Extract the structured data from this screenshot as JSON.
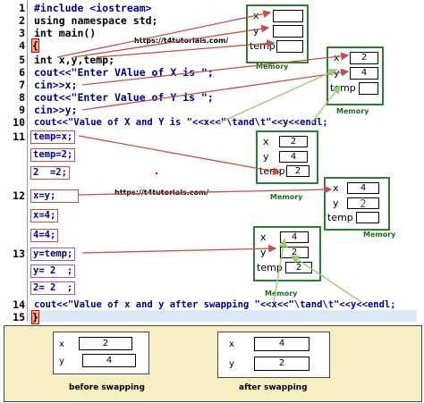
{
  "lines": [
    {
      "n": "1",
      "text": "#include <iostream>"
    },
    {
      "n": "2",
      "text": "using namespace std;"
    },
    {
      "n": "3",
      "text": "int main()"
    },
    {
      "n": "4",
      "text": "{"
    },
    {
      "n": "5",
      "text": "int x,y,temp;"
    },
    {
      "n": "6",
      "text": "cout<<\"Enter VAlue of X is \";"
    },
    {
      "n": "7",
      "text": "cin>>x;"
    },
    {
      "n": "8",
      "text": "cout<<\"Enter Value of Y is \";"
    },
    {
      "n": "9",
      "text": "cin>>y;"
    },
    {
      "n": "10",
      "text": "cout<<\"Value of X and Y is \"<<x<<\"\\tand\\t\"<<y<<endl;"
    },
    {
      "n": "11",
      "text": ""
    },
    {
      "n": "12",
      "text": ""
    },
    {
      "n": "13",
      "text": ""
    },
    {
      "n": "14",
      "text": "cout<<\"Value of x and y after swapping \"<<x<<\"\\tand\\t\"<<y<<endl;"
    },
    {
      "n": "15",
      "text": "}"
    }
  ],
  "statements": {
    "temp_eq_x": "temp=x;",
    "temp_eq_2": "temp=2;",
    "two_eq_2": "2  =2;",
    "x_eq_y": "x=y;",
    "x_eq_4": "x=4;",
    "four_eq_4": "4=4;",
    "y_eq_temp": "y=temp;",
    "y_eq_2": "y= 2  ;",
    "two_eq_2b": "2= 2  ;"
  },
  "url": "https://t4tutorials.com/",
  "memory_label": "Memory",
  "var_labels": {
    "x": "x",
    "y": "y",
    "temp": "temp"
  },
  "mem_values": {
    "m2_x": "2",
    "m2_y": "4",
    "m3_x": "2",
    "m3_y": "4",
    "m3_temp": "2",
    "m4_x": "4",
    "m4_y": "2",
    "m5_x": "4",
    "m5_y": "2",
    "m5_temp": "2"
  },
  "before": {
    "caption": "before swapping",
    "x": "2",
    "y": "4"
  },
  "after": {
    "caption": "after swapping",
    "x": "4",
    "y": "2"
  }
}
